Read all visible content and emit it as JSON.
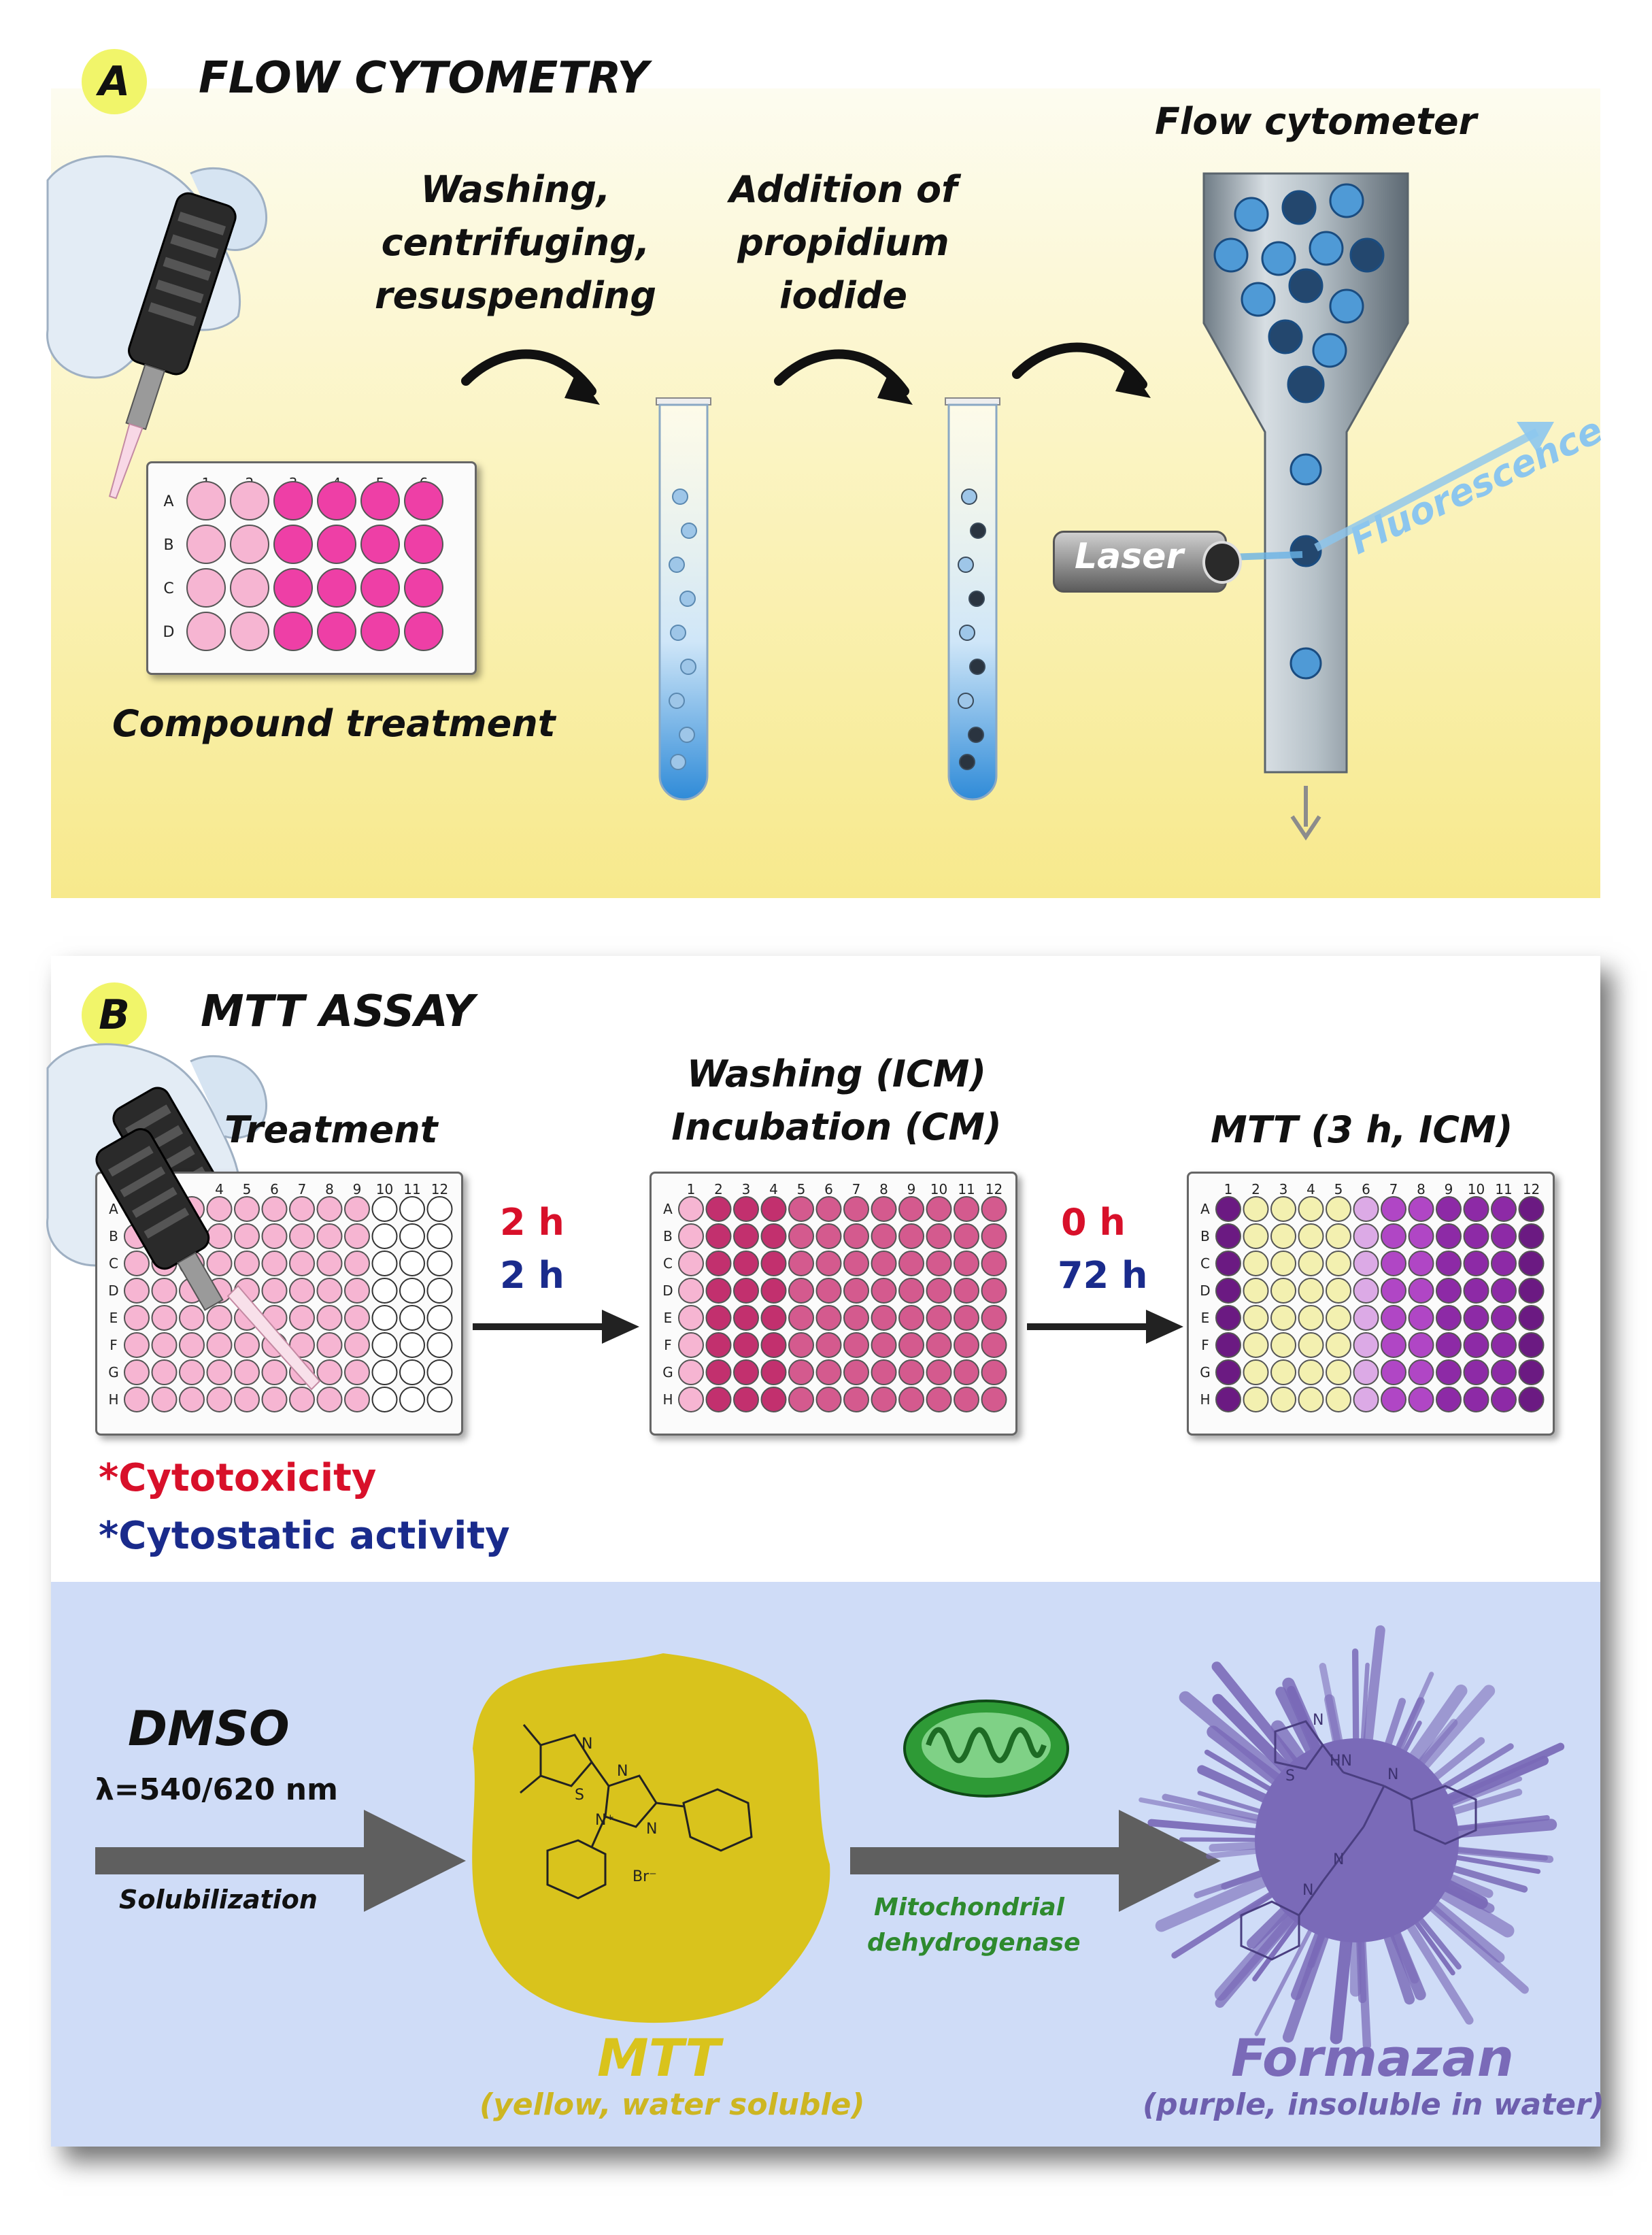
{
  "panel_a": {
    "badge": "A",
    "title": "FLOW CYTOMETRY",
    "step_wash": [
      "Washing,",
      "centrifuging,",
      "resuspending"
    ],
    "step_pi": [
      "Addition of",
      "propidium",
      "iodide"
    ],
    "step_cytometer": "Flow cytometer",
    "plate_label": "Compound treatment",
    "plate_cols": [
      "1",
      "2",
      "3",
      "4",
      "5",
      "6"
    ],
    "plate_rows": [
      "A",
      "B",
      "C",
      "D"
    ],
    "laser_label": "Laser",
    "fluorescence_label": "Fluorescence"
  },
  "panel_b": {
    "badge": "B",
    "title": "MTT ASSAY",
    "treatment_label": "Treatment",
    "washing_label": [
      "Washing (ICM)",
      "Incubation (CM)"
    ],
    "mtt_step_label": "MTT (3 h, ICM)",
    "time1_red": "2 h",
    "time1_blue": "2 h",
    "time2_red": "0 h",
    "time2_blue": "72 h",
    "plate_cols": [
      "1",
      "2",
      "3",
      "4",
      "5",
      "6",
      "7",
      "8",
      "9",
      "10",
      "11",
      "12"
    ],
    "plate1_cols_visible": [
      "4",
      "5",
      "6",
      "7",
      "8",
      "9",
      "10",
      "11",
      "12"
    ],
    "plate_rows": [
      "A",
      "B",
      "C",
      "D",
      "E",
      "F",
      "G",
      "H"
    ],
    "legend_cytotoxicity": "*Cytotoxicity",
    "legend_cytostatic": "*Cytostatic activity",
    "dmso_label": "DMSO",
    "wavelength_label": "λ=540/620 nm",
    "solubilization_label": "Solubilization",
    "enzyme_label": [
      "Mitochondrial",
      "dehydrogenase"
    ],
    "mtt_name": "MTT",
    "mtt_desc": "(yellow, water soluble)",
    "formazan_name": "Formazan",
    "formazan_desc": "(purple, insoluble in water)",
    "mtt_chem": {
      "s": "S",
      "n1": "N",
      "n2": "N",
      "n3": "N",
      "nplus": "N⁺",
      "br": "Br⁻"
    },
    "formazan_chem": {
      "s": "S",
      "n": "N",
      "hn": "HN",
      "n2": "N",
      "n3": "N",
      "n4": "N"
    }
  },
  "colors": {
    "pink_light": "#f6b5d2",
    "pink_hot": "#ee3fa6",
    "maroon_pink": "#c2306e",
    "pale_yellow": "#f3f0b0",
    "purple_dark": "#6b1a82",
    "purple_mid": "#b046c5",
    "purple_light": "#dcaae6",
    "mtt_yellow": "#d9c31c",
    "formazan_purple": "#7a6ab8",
    "red_time": "#d8102a",
    "blue_time": "#1a2b8c",
    "mito_green": "#2e9a36"
  }
}
